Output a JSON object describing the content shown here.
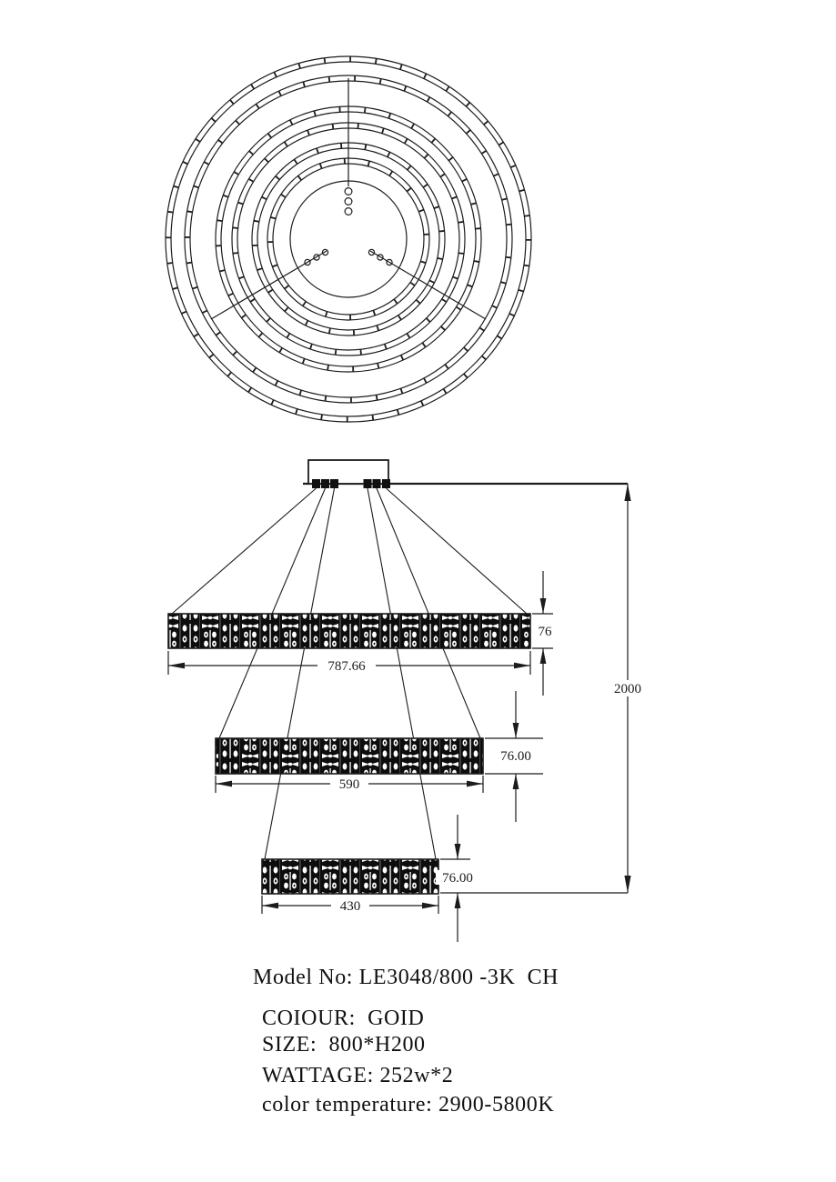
{
  "dimensions": {
    "tier1_width": "787.66",
    "tier1_height": "76",
    "tier2_width": "590",
    "tier2_height": "76.00",
    "tier3_width": "430",
    "tier3_height": "76.00",
    "overall_drop": "2000"
  },
  "specs": {
    "model_no": "Model No: LE3048/800 -3K  CH",
    "colour": "COIOUR:  GOID",
    "size": "SIZE:  800*H200",
    "wattage": "WATTAGE: 252w*2",
    "color_temperature": "color temperature: 2900-5800K"
  },
  "colors": {
    "line": "#1c1c1c",
    "background": "#ffffff",
    "bar_fill": "#0d0d0d"
  }
}
